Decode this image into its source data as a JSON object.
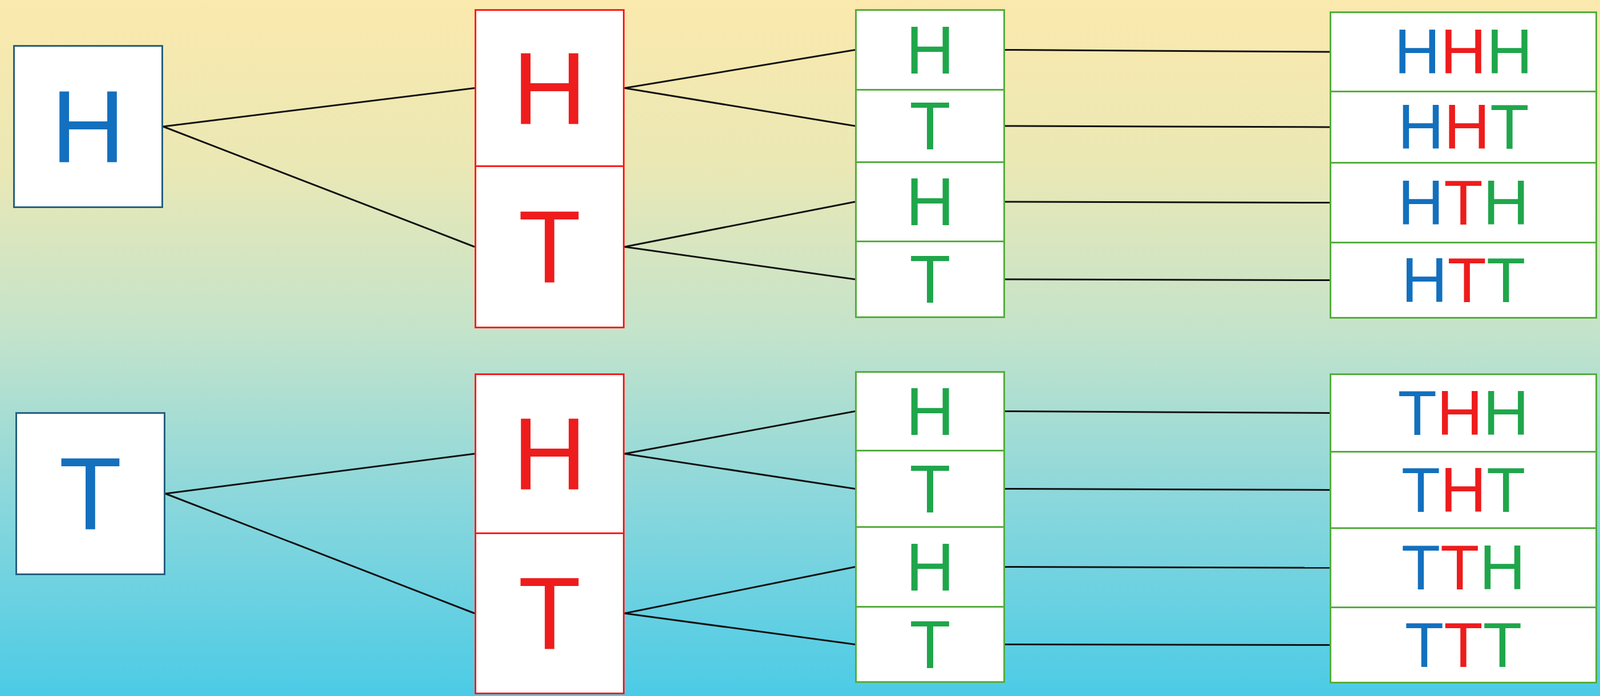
{
  "diagram": {
    "nodes": [
      {
        "text": [
          "H"
        ]
      },
      {
        "text": [
          "T"
        ]
      },
      {
        "text": [
          "H"
        ]
      },
      {
        "text": [
          "T"
        ]
      },
      {
        "text": [
          "H"
        ]
      },
      {
        "text": [
          "T"
        ]
      },
      {
        "text": [
          "H"
        ]
      },
      {
        "text": [
          "T"
        ]
      },
      {
        "text": [
          "H"
        ]
      },
      {
        "text": [
          "T"
        ]
      },
      {
        "text": [
          "H"
        ]
      },
      {
        "text": [
          "T"
        ]
      },
      {
        "text": [
          "H"
        ]
      },
      {
        "text": [
          "T"
        ]
      },
      {
        "text": [
          "HHH"
        ]
      },
      {
        "text": [
          "HHT"
        ]
      },
      {
        "text": [
          "HTH"
        ]
      },
      {
        "text": [
          "HTT"
        ]
      },
      {
        "text": [
          "THH"
        ]
      },
      {
        "text": [
          "THT"
        ]
      },
      {
        "text": [
          "TTH"
        ]
      },
      {
        "text": [
          "TTT"
        ]
      }
    ],
    "edges": [
      {
        "from": 0,
        "to": 2,
        "arrow": "none"
      },
      {
        "from": 0,
        "to": 3,
        "arrow": "none"
      },
      {
        "from": 1,
        "to": 4,
        "arrow": "none"
      },
      {
        "from": 1,
        "to": 5,
        "arrow": "none"
      },
      {
        "from": 2,
        "to": 6,
        "arrow": "none"
      },
      {
        "from": 2,
        "to": 7,
        "arrow": "none"
      },
      {
        "from": 3,
        "to": 8,
        "arrow": "none"
      },
      {
        "from": 3,
        "to": 9,
        "arrow": "none"
      },
      {
        "from": 4,
        "to": 10,
        "arrow": "none"
      },
      {
        "from": 4,
        "to": 11,
        "arrow": "none"
      },
      {
        "from": 5,
        "to": 12,
        "arrow": "none"
      },
      {
        "from": 5,
        "to": 13,
        "arrow": "none"
      },
      {
        "from": 6,
        "to": 14,
        "arrow": "none"
      },
      {
        "from": 7,
        "to": 15,
        "arrow": "none"
      },
      {
        "from": 8,
        "to": 16,
        "arrow": "none"
      },
      {
        "from": 9,
        "to": 17,
        "arrow": "none"
      },
      {
        "from": 10,
        "to": 18,
        "arrow": "none"
      },
      {
        "from": 11,
        "to": 19,
        "arrow": "none"
      },
      {
        "from": 12,
        "to": 20,
        "arrow": "none"
      },
      {
        "from": 13,
        "to": 21,
        "arrow": "none"
      }
    ]
  }
}
